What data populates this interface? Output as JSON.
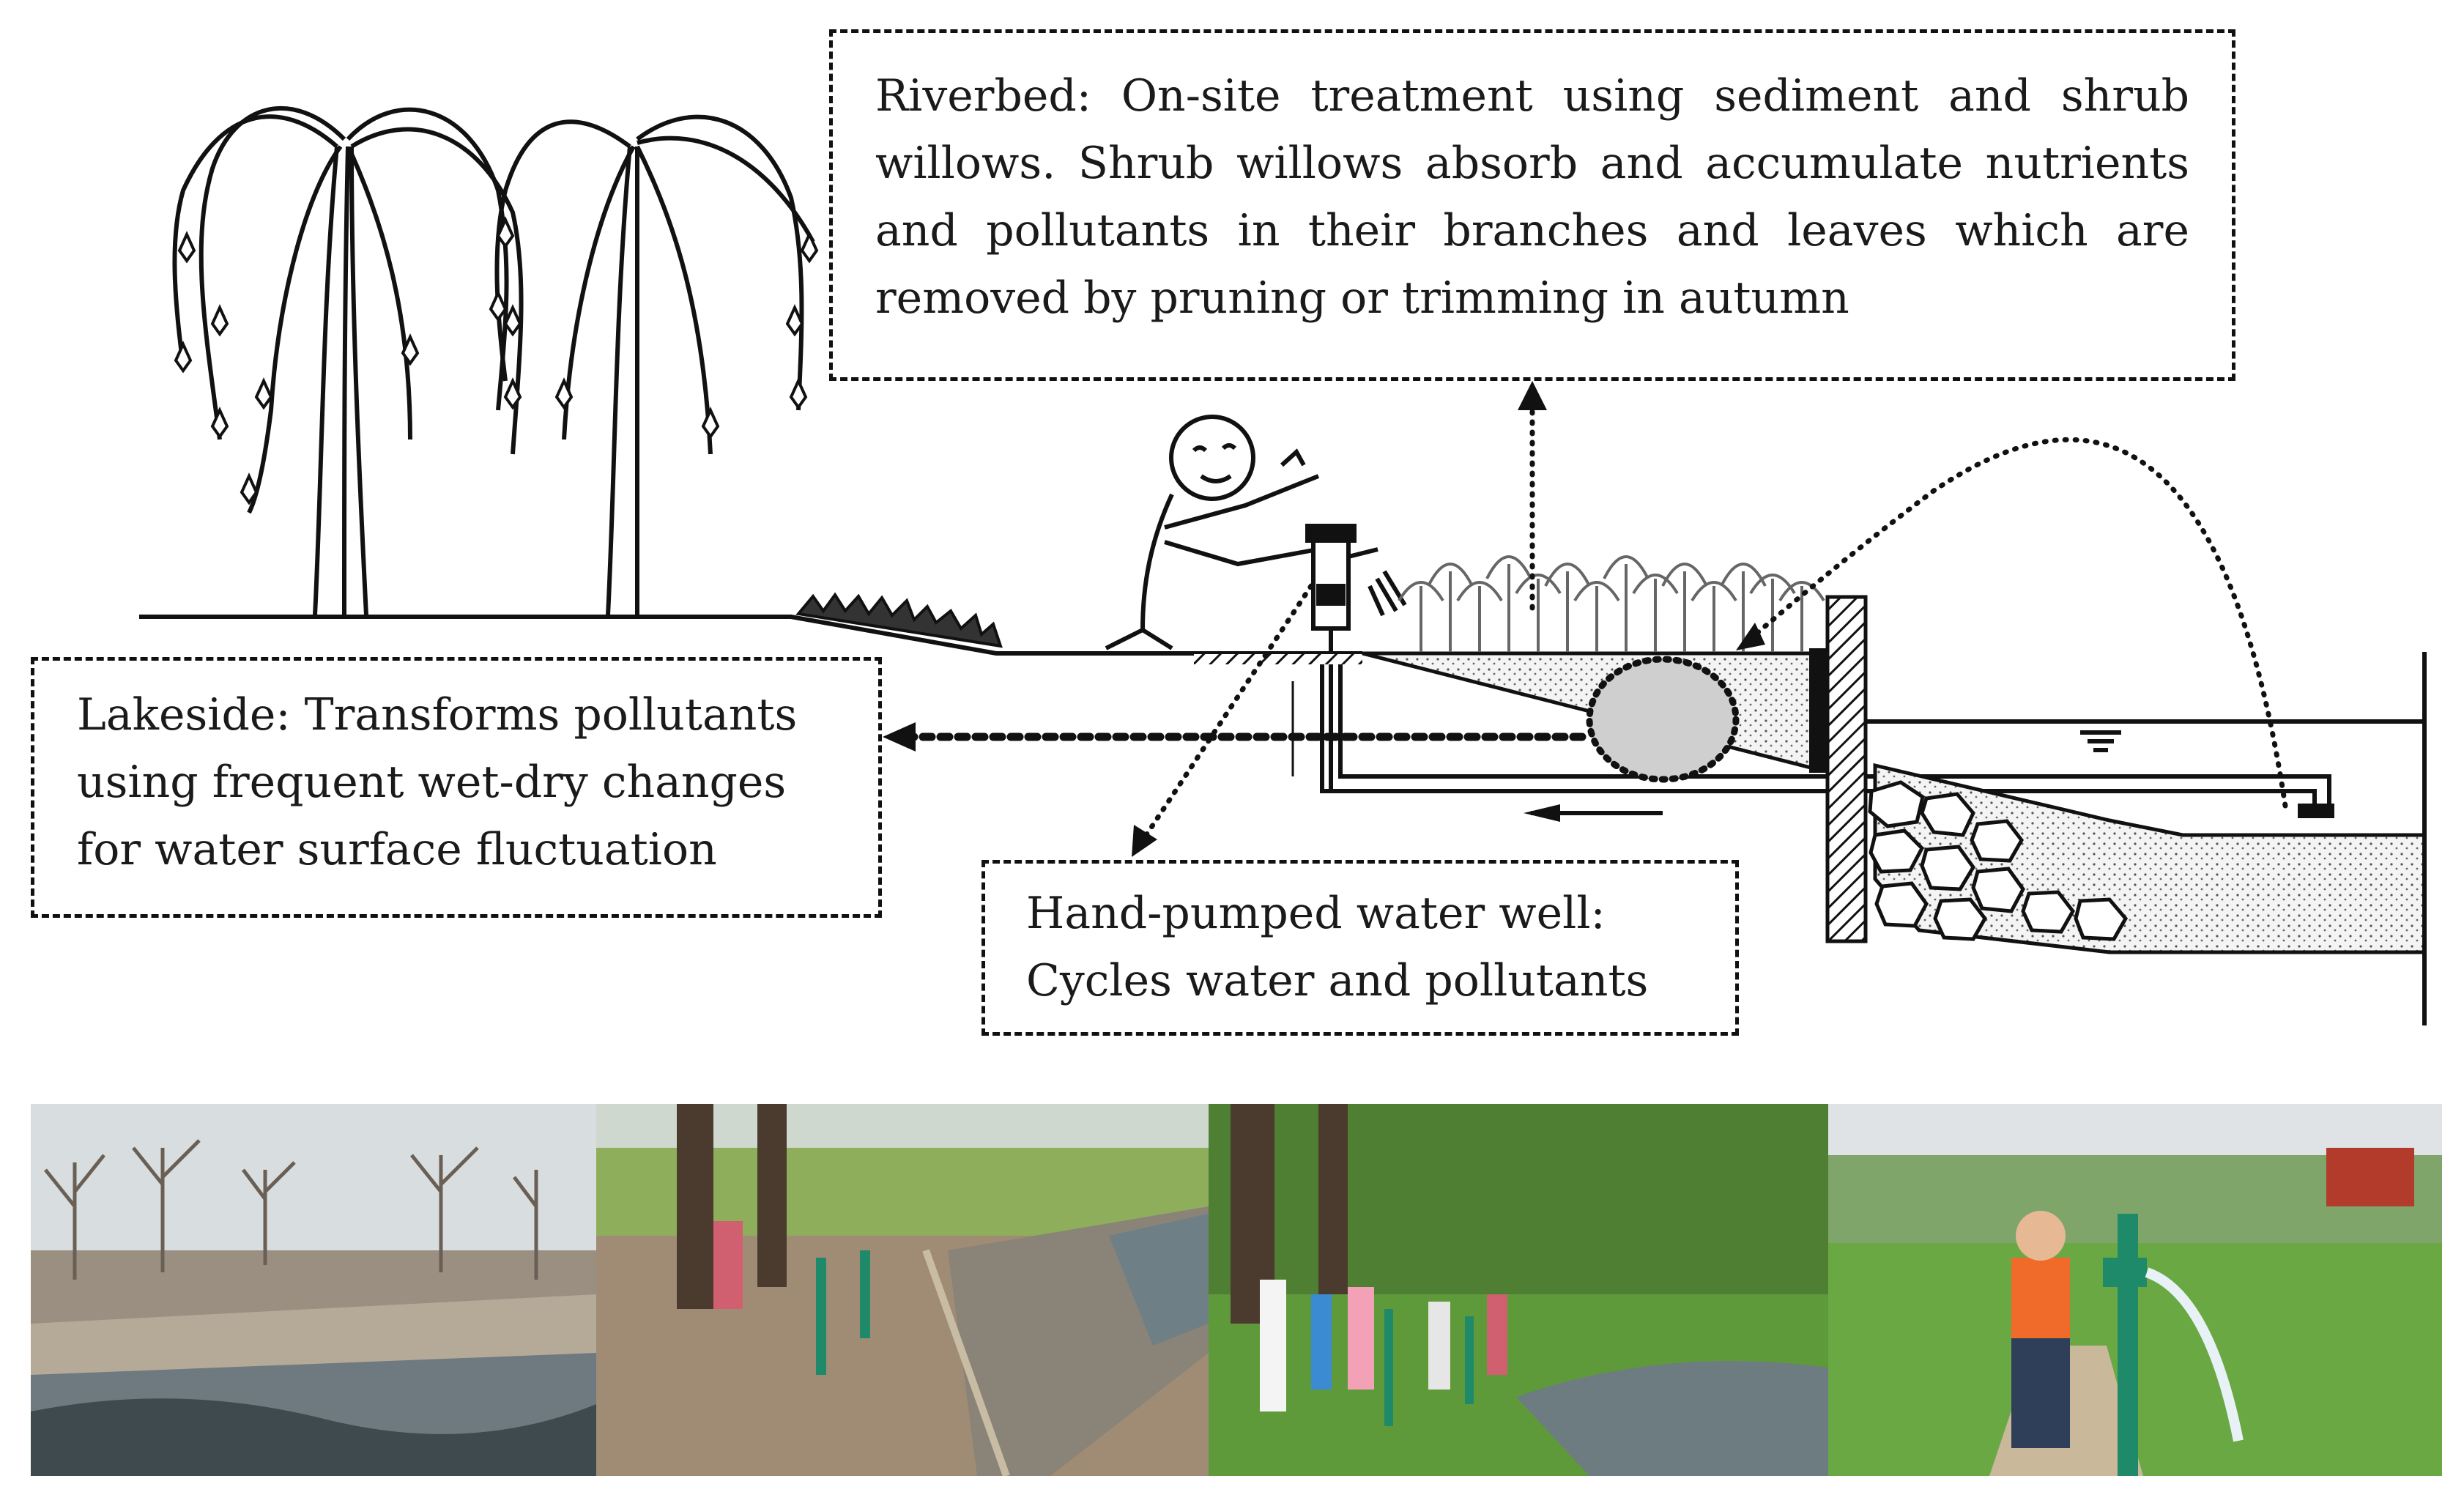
{
  "diagram": {
    "riverbed_text": "Riverbed: On-site treatment using sediment and shrub willows. Shrub willows absorb and accumulate nutrients and pollutants in their branches and leaves which are removed by pruning or trimming in autumn",
    "lakeside_text": "Lakeside: Transforms pollutants using frequent wet-dry changes for water surface fluctuation",
    "well_text": "Hand-pumped water well: Cycles water and pollutants"
  },
  "colors": {
    "line": "#111111",
    "gravel": "#e4e4e4",
    "circle_fill": "#cfcfcf",
    "sky": "#dfe3e6",
    "grass": "#5f9a3a",
    "water": "#7d8c93",
    "pump": "#1f8a6a"
  },
  "photos": [
    {
      "icon": "winter-riverbed-photo"
    },
    {
      "icon": "riverbank-construction-photo"
    },
    {
      "icon": "children-at-pumps-photo"
    },
    {
      "icon": "boy-at-pump-photo"
    }
  ]
}
